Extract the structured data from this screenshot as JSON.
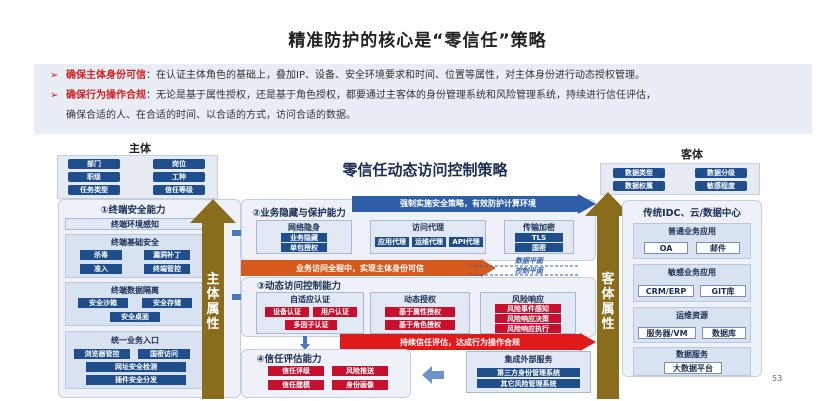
{
  "title": "精准防护的核心是“零信任”策略",
  "bullets": [
    {
      "label": "确保主体身份可信",
      "text": "：在认证主体角色的基础上，叠加IP、设备、安全环境要求和时间、位置等属性，对主体身份进行动态授权管理。"
    },
    {
      "label": "确保行为操作合规",
      "text": "：无论是基于属性授权，还是基于角色授权，都要通过主客体的身份管理系统和风险管理系统，持续进行信任评估，",
      "text2": "确保合适的人、在合适的时间、以合适的方式，访问合适的数据。"
    }
  ],
  "subject": {
    "label": "主体",
    "attrs": [
      "部门",
      "岗位",
      "职级",
      "工种",
      "任务类型",
      "信任等级"
    ],
    "attr_label": "主体属性"
  },
  "object": {
    "label": "客体",
    "attrs": [
      "数据类型",
      "数据分级",
      "数据权属",
      "敏感程度"
    ],
    "attr_label": "客体属性"
  },
  "center_title": "零信任动态访问控制策略",
  "terminal": {
    "header": "①终端安全能力",
    "env": "终端环境感知",
    "basic": {
      "title": "终端基础安全",
      "items": [
        "杀毒",
        "漏洞补丁",
        "准入",
        "终端管控"
      ]
    },
    "data_iso": {
      "title": "终端数据隔离",
      "items": [
        "安全沙箱",
        "安全存储",
        "安全桌面"
      ]
    },
    "unified": {
      "title": "统一业务入口",
      "items": [
        "浏览器管控",
        "国密访问",
        "网址安全检测",
        "插件安全分发"
      ]
    }
  },
  "business": {
    "header": "②业务隐藏与保护能力",
    "strong_policy": "强制实施安全策略，有效防护计算环境",
    "hide": {
      "title": "网络隐身",
      "items": [
        "业务隐藏",
        "单包授权"
      ]
    },
    "proxy": {
      "title": "访问代理",
      "items": [
        "应用代理",
        "运维代理",
        "API代理"
      ]
    },
    "encrypt": {
      "title": "传输加密",
      "items": [
        "TLS",
        "国密"
      ]
    },
    "identity_arrow": "业务访问全程中，实现主体身份可信",
    "data_plane": "数据平面",
    "control_plane": "控制平面"
  },
  "dynamic": {
    "header": "③动态访问控制能力",
    "auth": {
      "title": "自适应认证",
      "items": [
        "设备认证",
        "用户认证",
        "多因子认证"
      ]
    },
    "authz": {
      "title": "动态授权",
      "items": [
        "基于属性授权",
        "基于角色授权"
      ]
    },
    "risk": {
      "title": "风险响应",
      "items": [
        "风险事件感知",
        "风险响应决策",
        "风险响应执行"
      ]
    },
    "trust_arrow": "持续信任评估，达成行为操作合规"
  },
  "trust": {
    "header": "④信任评估能力",
    "items": [
      "信任评级",
      "风险推送",
      "信任建模",
      "身份画像"
    ],
    "external": {
      "title": "集成外部服务",
      "items": [
        "第三方身份管理系统",
        "其它风险管理系统"
      ]
    }
  },
  "objects": {
    "header": "传统IDC、云/数据中心",
    "groups": [
      {
        "title": "普通业务应用",
        "items": [
          "OA",
          "邮件"
        ]
      },
      {
        "title": "敏感业务应用",
        "items": [
          "CRM/ERP",
          "GIT库"
        ]
      },
      {
        "title": "运维资源",
        "items": [
          "服务器/VM",
          "数据库"
        ]
      },
      {
        "title": "数据服务",
        "items": [
          "大数据平台"
        ]
      }
    ]
  },
  "page_number": "53",
  "colors": {
    "navy": "#1f4e8c",
    "red": "#c8102e",
    "olive": "#8a6d1c",
    "orange": "#d65a1c"
  }
}
